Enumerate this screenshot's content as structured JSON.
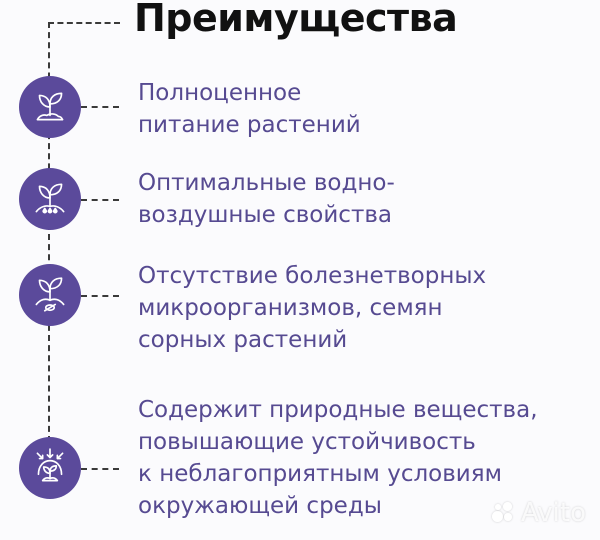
{
  "header": {
    "title": "Преимущества"
  },
  "benefits": [
    {
      "icon": "sprout-in-soil-icon",
      "lines": [
        "Полноценное",
        "питание растений"
      ]
    },
    {
      "icon": "sprout-with-water-drops-icon",
      "lines": [
        "Оптимальные водно-",
        "воздушные свойства"
      ]
    },
    {
      "icon": "sprout-with-crossed-pathogen-icon",
      "lines": [
        "Отсутствие болезнетворных",
        "микроорганизмов, семян",
        "сорных растений"
      ]
    },
    {
      "icon": "protected-sprout-icon",
      "lines": [
        "Содержит природные вещества,",
        "повышающие устойчивость",
        "к неблагоприятным условиям",
        "окружающей среды"
      ]
    }
  ],
  "watermark": {
    "text": "Avito"
  },
  "colors": {
    "accent": "#5b4a9b",
    "text": "#564a91",
    "title": "#111111"
  }
}
